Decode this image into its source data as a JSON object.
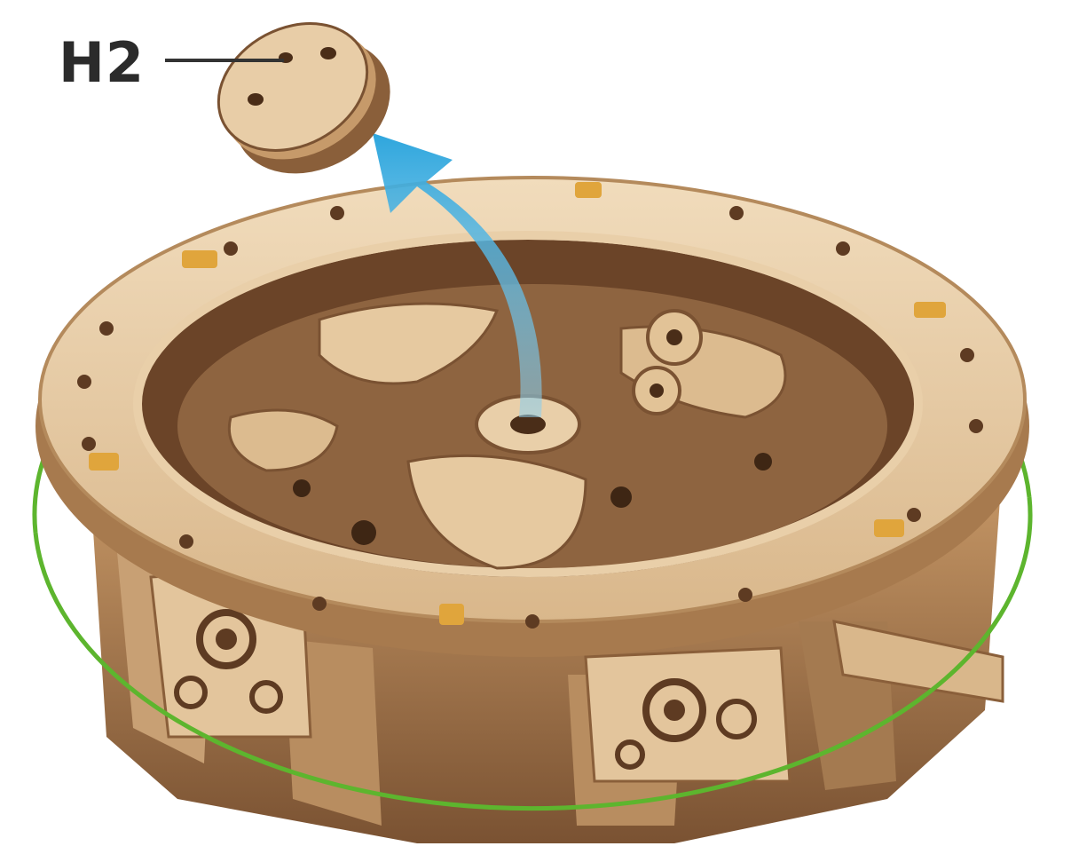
{
  "part_label": "H2",
  "colors": {
    "wood_light": "#ead2b0",
    "wood_mid": "#d7b58a",
    "wood_dark": "#8a5f3a",
    "wood_shadow": "#5e3b22",
    "peg": "#e0a53c",
    "arrow": "#3fb0e0",
    "rotate_circle": "#5db52e",
    "leader_line": "#333333"
  },
  "icons": [
    "rotate-circle-indicator",
    "removal-arrow"
  ]
}
